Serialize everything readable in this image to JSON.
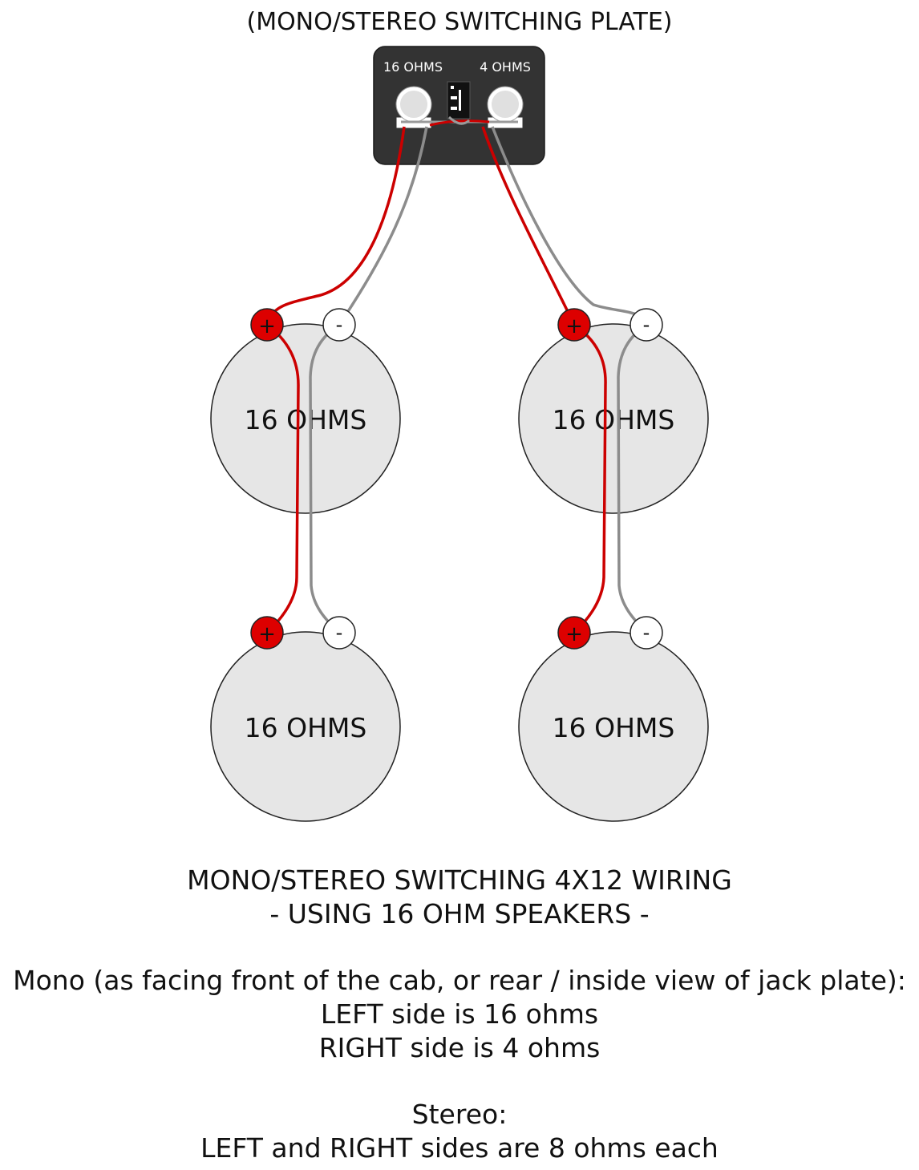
{
  "plate": {
    "title": "(MONO/STEREO SWITCHING PLATE)",
    "jack_left_label": "16 OHMS",
    "jack_right_label": "4 OHMS",
    "plate_color": "#333333"
  },
  "speakers": [
    {
      "label": "16 OHMS",
      "plus": "+",
      "minus": "-"
    },
    {
      "label": "16 OHMS",
      "plus": "+",
      "minus": "-"
    },
    {
      "label": "16 OHMS",
      "plus": "+",
      "minus": "-"
    },
    {
      "label": "16 OHMS",
      "plus": "+",
      "minus": "-"
    }
  ],
  "colors": {
    "positive_wire": "#cc0000",
    "negative_wire": "#8c8c8c",
    "speaker_fill": "#e6e6e6",
    "plus_terminal": "#dd0000"
  },
  "caption": {
    "title_line1": "MONO/STEREO SWITCHING 4X12 WIRING",
    "title_line2": "- USING 16 OHM SPEAKERS -",
    "mono_heading": "Mono (as facing front of the cab, or rear / inside view of jack plate):",
    "mono_left": "LEFT side is 16 ohms",
    "mono_right": "RIGHT side is 4 ohms",
    "stereo_heading": "Stereo:",
    "stereo_desc": "LEFT and RIGHT sides are 8 ohms each"
  }
}
